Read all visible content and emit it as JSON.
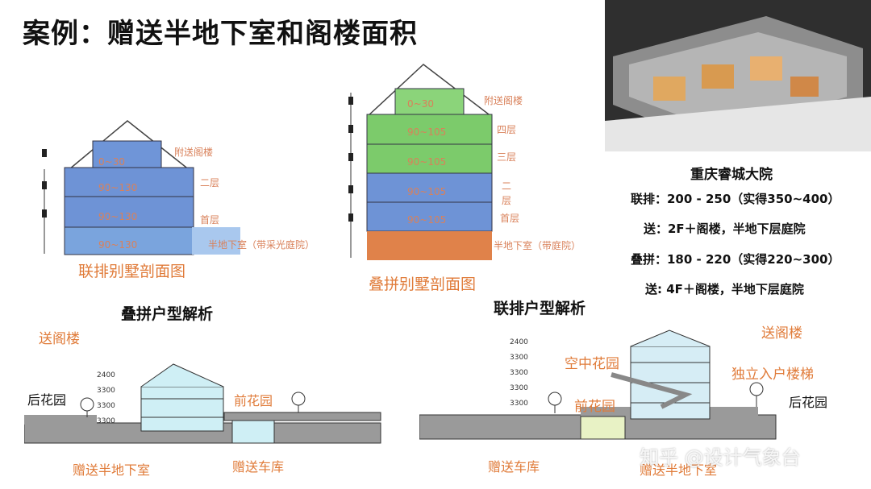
{
  "title": "案例：赠送半地下室和阁楼面积",
  "top_left": {
    "floors": [
      "0~30",
      "90~130",
      "90~130",
      "90~130"
    ],
    "labels": [
      "附送阁楼",
      "二层",
      "首层",
      "半地下室（带采光庭院）"
    ],
    "caption": "联排别墅剖面图"
  },
  "top_mid": {
    "floors": [
      "0~30",
      "90~105",
      "90~105",
      "90~105",
      "90~105"
    ],
    "labels": [
      "附送阁楼",
      "四层",
      "三层",
      "二层",
      "首层",
      "半地下室（带庭院）"
    ],
    "caption": "叠拼别墅剖面图"
  },
  "project": {
    "name": "重庆睿城大院",
    "lines": [
      "联排：200 - 250（实得350~400）",
      "送：2F＋阁楼，半地下层庭院",
      "叠拼：180 - 220（实得220~300）",
      "送: 4F＋阁楼，半地下层庭院"
    ]
  },
  "bottom_left": {
    "heading": "叠拼户型解析",
    "attic": "送阁楼",
    "back_garden": "后花园",
    "front_garden": "前花园",
    "basement": "赠送半地下室",
    "garage": "赠送车库",
    "heights": [
      "2400",
      "3300",
      "3300",
      "3300"
    ]
  },
  "bottom_right": {
    "heading": "联排户型解析",
    "attic": "送阁楼",
    "sky_garden": "空中花园",
    "stairs": "独立入户楼梯",
    "front_garden": "前花园",
    "back_garden": "后花园",
    "garage": "赠送车库",
    "basement": "赠送半地下室",
    "heights": [
      "2400",
      "3300",
      "3300",
      "3300",
      "3300"
    ]
  },
  "watermark": "知乎 @设计气象台",
  "colors": {
    "orange": "#e07b39",
    "blue_floor": "#5b7fc9",
    "green_floor": "#7ccb6b",
    "basement_blue": "#6e9bd6",
    "basement_orange": "#e07b39"
  }
}
